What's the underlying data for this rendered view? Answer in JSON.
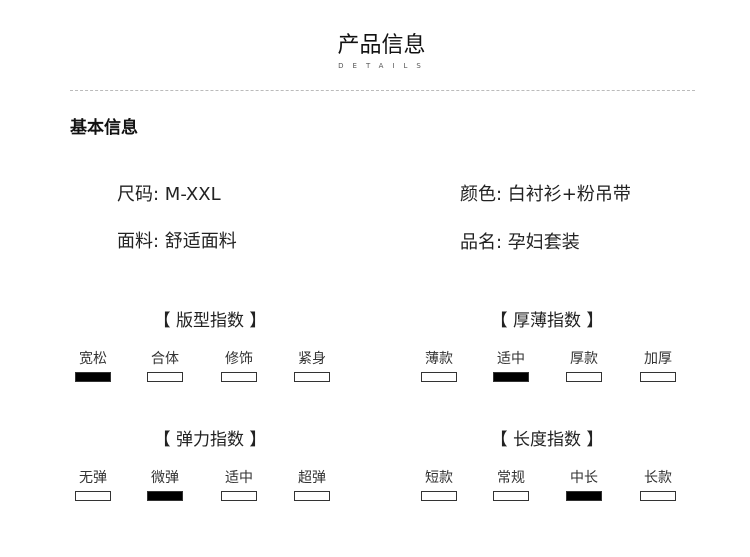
{
  "header": {
    "title": "产品信息",
    "subtitle": "DETAILS"
  },
  "section_title": "基本信息",
  "info": {
    "size": "尺码: M-XXL",
    "color": "颜色: 白衬衫+粉吊带",
    "material": "面料: 舒适面料",
    "name": "品名: 孕妇套装"
  },
  "indices": [
    {
      "title": "【 版型指数 】",
      "options": [
        "宽松",
        "合体",
        "修饰",
        "紧身"
      ],
      "selected": 0
    },
    {
      "title": "【 厚薄指数 】",
      "options": [
        "薄款",
        "适中",
        "厚款",
        "加厚"
      ],
      "selected": 1
    },
    {
      "title": "【 弹力指数 】",
      "options": [
        "无弹",
        "微弹",
        "适中",
        "超弹"
      ],
      "selected": 1
    },
    {
      "title": "【 长度指数 】",
      "options": [
        "短款",
        "常规",
        "中长",
        "长款"
      ],
      "selected": 2
    }
  ]
}
